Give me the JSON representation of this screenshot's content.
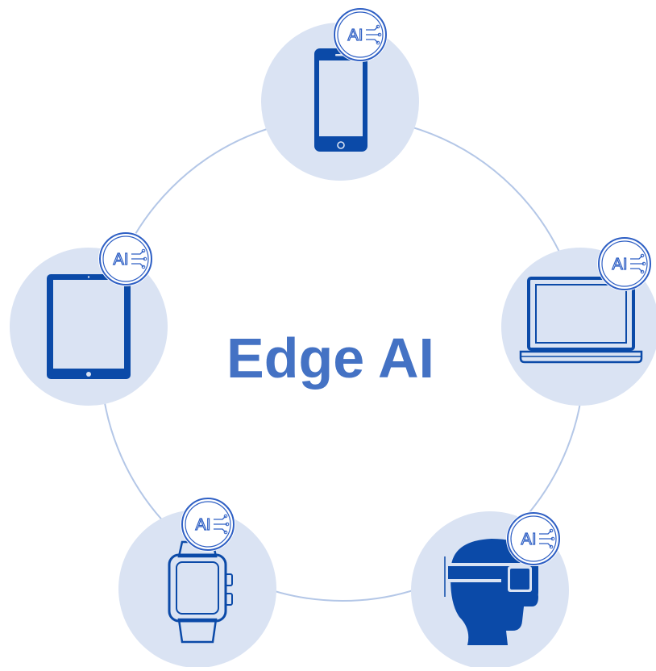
{
  "diagram": {
    "title": "Edge AI",
    "badge_text": "AI",
    "devices": [
      {
        "name": "smartphone",
        "icon": "smartphone-icon"
      },
      {
        "name": "laptop",
        "icon": "laptop-icon"
      },
      {
        "name": "vr-headset",
        "icon": "vr-headset-icon"
      },
      {
        "name": "smartwatch",
        "icon": "smartwatch-icon"
      },
      {
        "name": "tablet",
        "icon": "tablet-icon"
      }
    ]
  },
  "colors": {
    "title": "#4472C4",
    "node_fill": "#DAE3F3",
    "ring": "#B4C7E7",
    "icon": "#0B4AA8",
    "badge": "#2E5FC4"
  }
}
